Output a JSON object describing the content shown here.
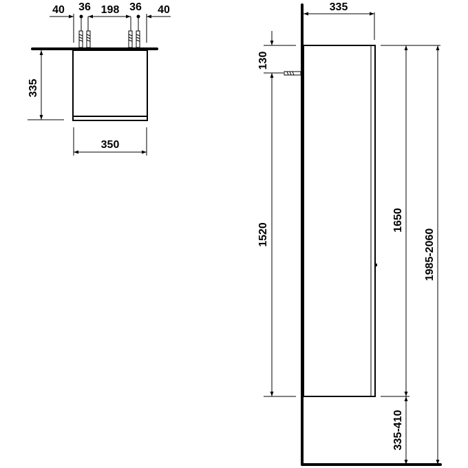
{
  "top_view": {
    "widths": [
      "40",
      "36",
      "198",
      "36",
      "40"
    ],
    "depth": "335",
    "width": "350"
  },
  "side_view": {
    "depth": "335",
    "top_to_fixing": "130",
    "fixing_height": "1520",
    "cabinet_height": "1650",
    "floor_clearance": "335-410",
    "total_height": "1985-2060"
  }
}
